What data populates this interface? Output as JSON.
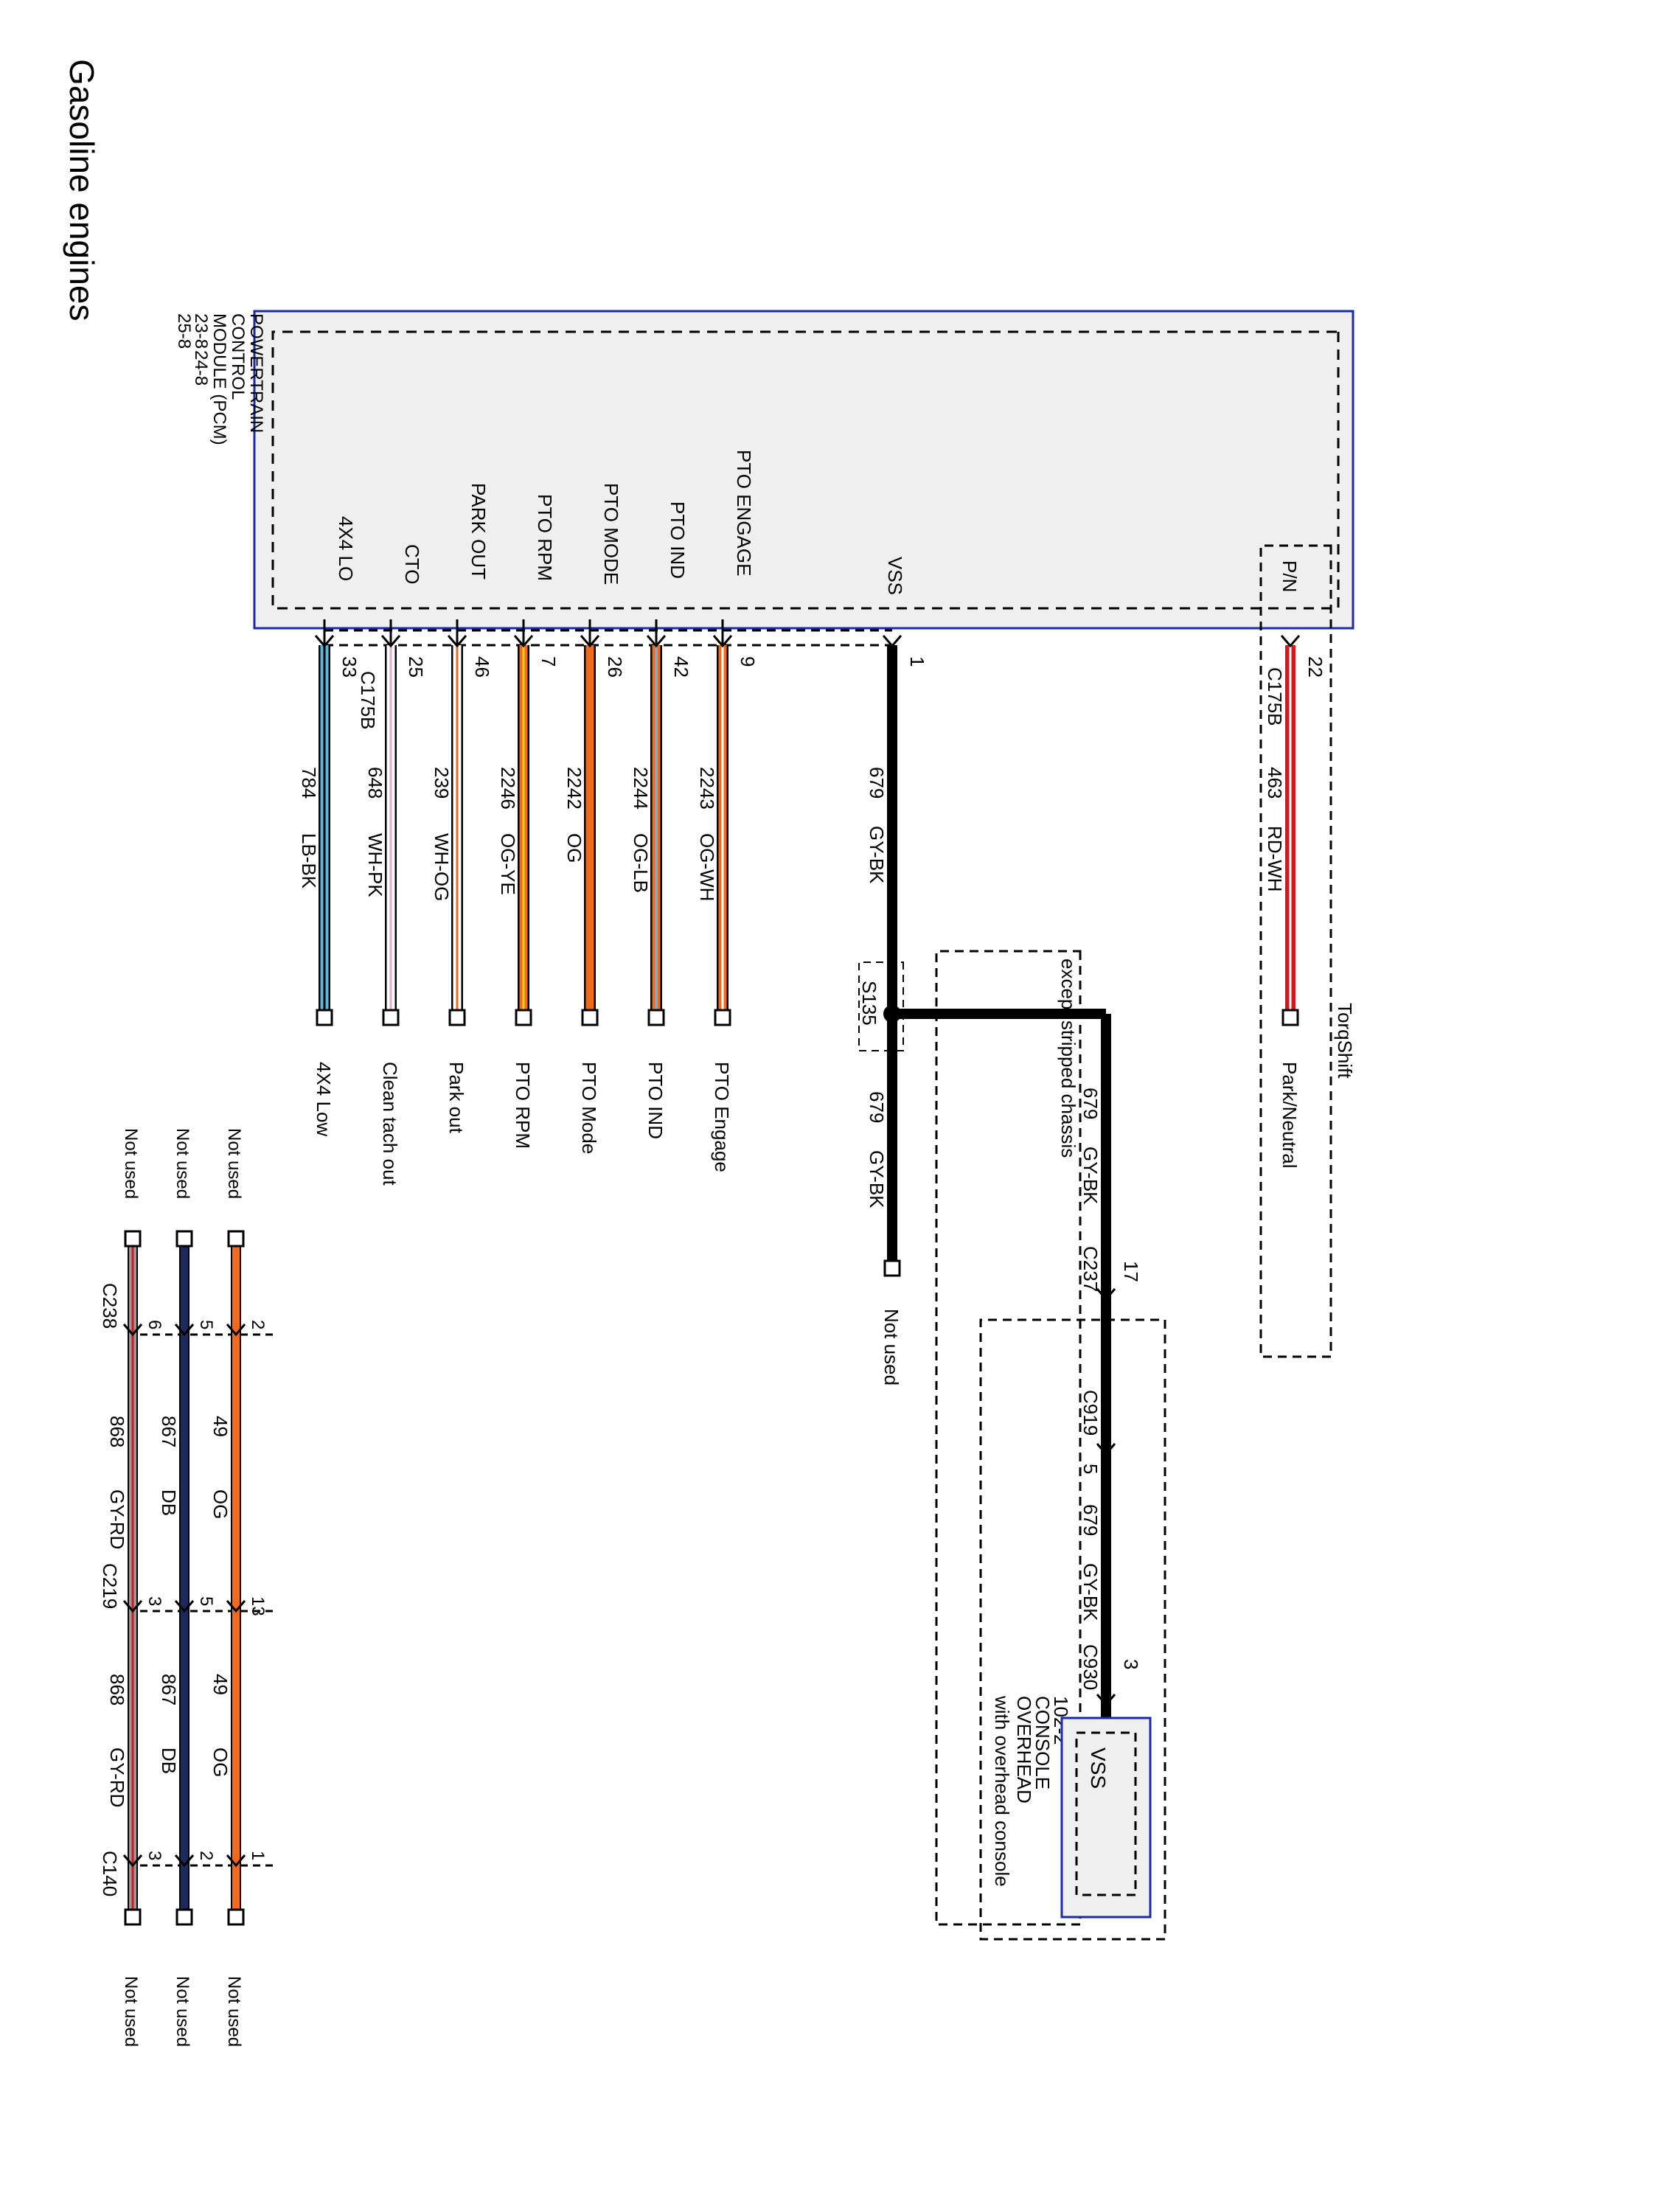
{
  "title": "Gasoline engines",
  "colors": {
    "module_border": "#1a2aa8",
    "module_fill": "#efefef",
    "LB": "#5bb7dc",
    "WH": "#ffffff",
    "PK": "#e8a8c8",
    "OG": "#f26a1b",
    "YE": "#f3d11c",
    "LB2": "#6fb6e2",
    "BK": "#000000",
    "GY": "#9b9b9b",
    "RD": "#d8141c",
    "DB": "#1b2a5c"
  },
  "pcm": {
    "lines": [
      "POWERTRAIN",
      "CONTROL",
      "MODULE (PCM)",
      "23-8",
      "24-8",
      "25-8"
    ],
    "pins": [
      "4X4 LO",
      "CTO",
      "PARK OUT",
      "PTO RPM",
      "PTO MODE",
      "PTO IND",
      "PTO ENGAGE",
      "VSS",
      "P/N"
    ]
  },
  "connector_c175b": "C175B",
  "wires": [
    {
      "pin": "33",
      "circuit": "784",
      "color": "LB-BK",
      "dest": "4X4 Low"
    },
    {
      "pin": "25",
      "circuit": "648",
      "color": "WH-PK",
      "dest": "Clean tach out"
    },
    {
      "pin": "46",
      "circuit": "239",
      "color": "WH-OG",
      "dest": "Park out"
    },
    {
      "pin": "7",
      "circuit": "2246",
      "color": "OG-YE",
      "dest": "PTO RPM"
    },
    {
      "pin": "26",
      "circuit": "2242",
      "color": "OG",
      "dest": "PTO Mode"
    },
    {
      "pin": "42",
      "circuit": "2244",
      "color": "OG-LB",
      "dest": "PTO IND"
    },
    {
      "pin": "9",
      "circuit": "2243",
      "color": "OG-WH",
      "dest": "PTO Engage"
    }
  ],
  "vss": {
    "pin": "1",
    "circuit": "679",
    "color": "GY-BK",
    "splice": "S135",
    "after_splice_circuit": "679",
    "after_splice_color": "GY-BK",
    "not_used": "Not used",
    "note": "except stripped chassis",
    "branch_circuit": "679",
    "branch_color": "GY-BK",
    "c237": "C237",
    "c237_pin": "17",
    "c919": "C919",
    "c919_pin": "5",
    "inline_circuit": "679",
    "inline_color": "GY-BK",
    "c930": "C930",
    "c930_pin": "3",
    "overhead_note": "with overhead console",
    "console_lines": [
      "OVERHEAD",
      "CONSOLE",
      "102-2"
    ],
    "console_pin": "VSS"
  },
  "pn": {
    "pin": "22",
    "connector": "C175B",
    "circuit": "463",
    "color": "RD-WH",
    "dest": "Park/Neutral",
    "note": "TorqShift"
  },
  "right_harness": {
    "not_used": "Not used",
    "connectors": [
      "C238",
      "C219",
      "C140"
    ],
    "rows": [
      {
        "pins": [
          "6",
          "3",
          "3"
        ],
        "circuit": "868",
        "color": "GY-RD"
      },
      {
        "pins": [
          "5",
          "5",
          "2"
        ],
        "circuit": "867",
        "color": "DB"
      },
      {
        "pins": [
          "2",
          "13",
          "1"
        ],
        "circuit": "49",
        "color": "OG"
      }
    ]
  }
}
